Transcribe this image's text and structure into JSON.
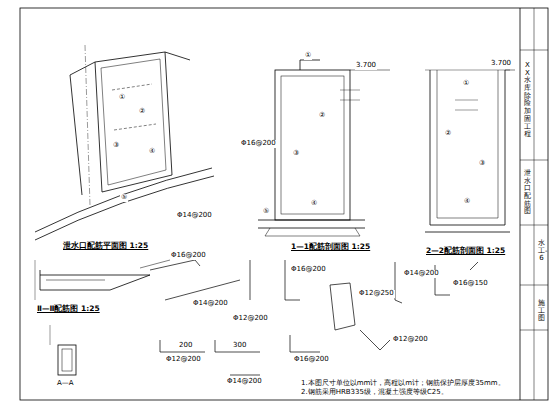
{
  "diagram": {
    "labels": [
      "泄水口配筋平面图 1:25",
      "1—1配筋剖面图 1:25",
      "2—2配筋剖面图 1:25",
      "Ⅱ—Ⅱ配筋图 1:25",
      "A—A",
      "3.700",
      "3.700",
      "①",
      "②",
      "③",
      "④",
      "⑤",
      "①",
      "②",
      "③",
      "④",
      "⑤",
      "①",
      "②",
      "③",
      "④",
      "Φ16@200",
      "Φ14@200",
      "Φ16@200",
      "Φ14@200",
      "Φ12@200",
      "Φ16@200",
      "Φ12@250",
      "Φ14@200",
      "Φ16@150",
      "Φ12@200",
      "Φ14@200",
      "Φ16@200",
      "Φ12@200",
      "200",
      "300",
      "1.本图尺寸单位以mm计，高程以m计；钢筋保护层厚度35mm。",
      "2.钢筋采用HRB335级，混凝土强度等级C25。",
      "XX水库除险加固工程",
      "泄水口配筋图",
      "施工图",
      "水工-6"
    ]
  }
}
